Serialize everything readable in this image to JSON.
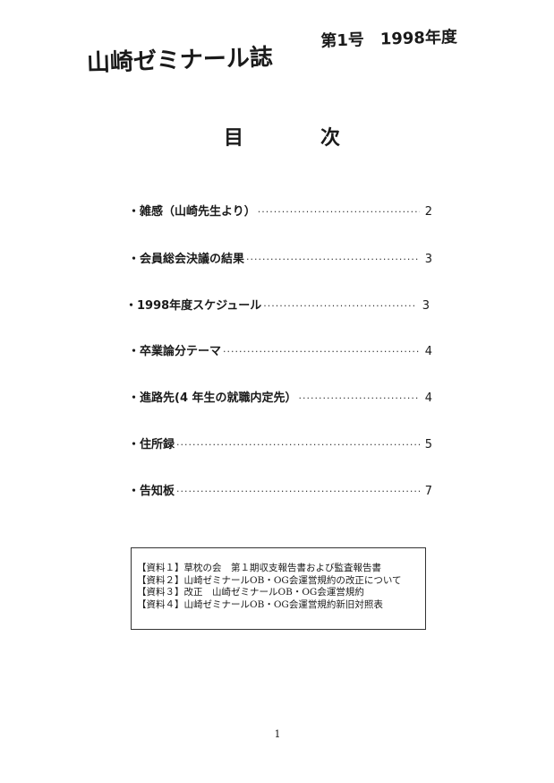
{
  "header": {
    "title": "山崎ゼミナール誌",
    "issue": "第1号　1998年度"
  },
  "toc_heading": {
    "char1": "目",
    "char2": "次"
  },
  "toc": [
    {
      "label": "・雑感（山崎先生より）",
      "page": "2"
    },
    {
      "label": "・会員総会決議の結果",
      "page": "3"
    },
    {
      "label": "・1998年度スケジュール",
      "page": "3"
    },
    {
      "label": "・卒業論分テーマ",
      "page": "4"
    },
    {
      "label": "・進路先(4 年生の就職内定先）",
      "page": "4"
    },
    {
      "label": "・住所録",
      "page": "5"
    },
    {
      "label": "・告知板",
      "page": "7"
    }
  ],
  "appendix": [
    "【資料１】草枕の会　第１期収支報告書および監査報告書",
    "【資料２】山崎ゼミナールOB・OG会運営規約の改正について",
    "【資料３】改正　山崎ゼミナールOB・OG会運営規約",
    "【資料４】山崎ゼミナールOB・OG会運営規約新旧対照表"
  ],
  "page_number": "1"
}
